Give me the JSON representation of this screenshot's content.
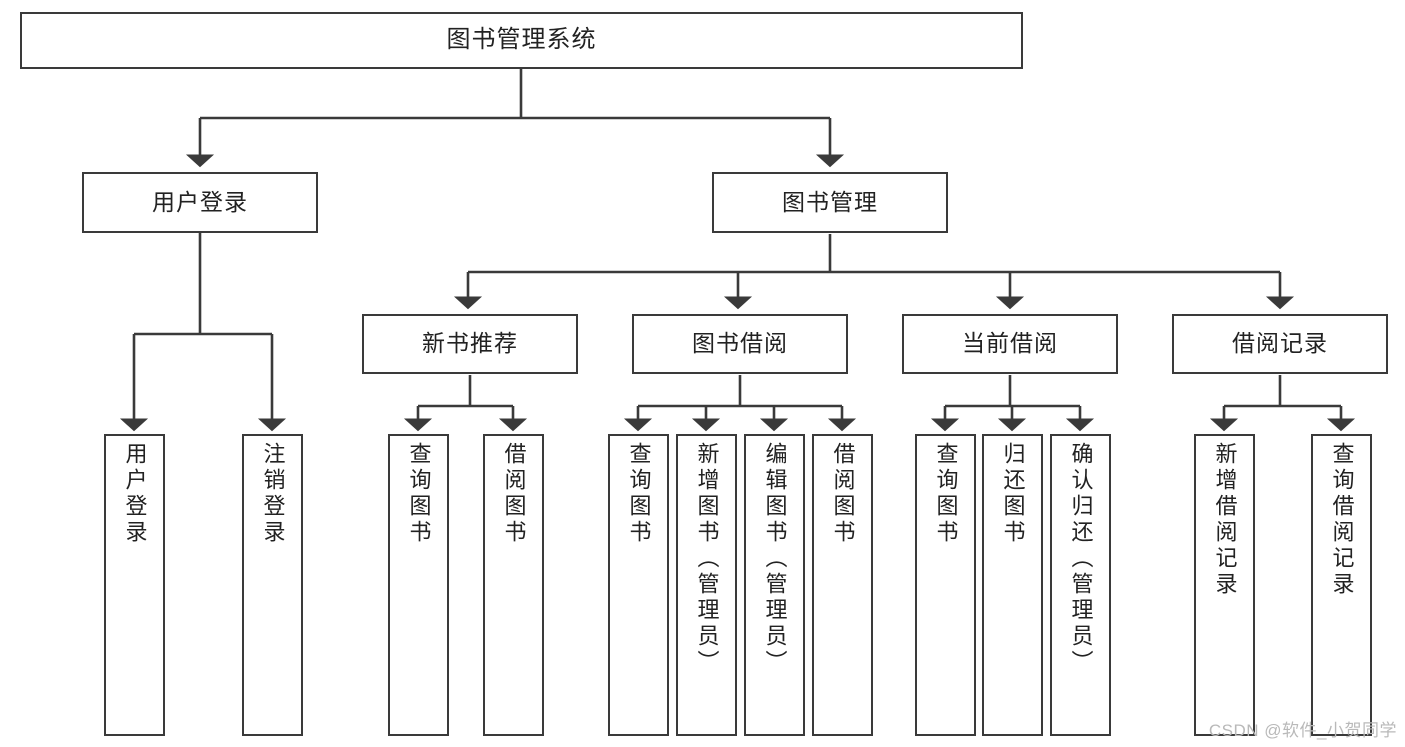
{
  "diagram": {
    "title": "图书管理系统",
    "type": "tree",
    "watermark": "CSDN @软件_小贺同学",
    "colors": {
      "box_border": "#3a3a3a",
      "box_fill": "#ffffff",
      "edge": "#3a3a3a",
      "text": "#222222",
      "watermark": "#b9b9b9",
      "background": "#ffffff"
    },
    "nodes": {
      "root": {
        "label": "图书管理系统"
      },
      "level2": [
        {
          "id": "user-login",
          "label": "用户登录"
        },
        {
          "id": "book-management",
          "label": "图书管理"
        }
      ],
      "level3": [
        {
          "id": "new-book-recommend",
          "label": "新书推荐"
        },
        {
          "id": "book-borrow",
          "label": "图书借阅"
        },
        {
          "id": "current-borrow",
          "label": "当前借阅"
        },
        {
          "id": "borrow-record",
          "label": "借阅记录"
        }
      ],
      "leaves": [
        {
          "id": "leaf-user-login",
          "label": "用户登录",
          "parent": "user-login"
        },
        {
          "id": "leaf-logout-login",
          "label": "注销登录",
          "parent": "user-login"
        },
        {
          "id": "leaf-query-book-1",
          "label": "查询图书",
          "parent": "new-book-recommend"
        },
        {
          "id": "leaf-borrow-book-1",
          "label": "借阅图书",
          "parent": "new-book-recommend"
        },
        {
          "id": "leaf-query-book-2",
          "label": "查询图书",
          "parent": "book-borrow"
        },
        {
          "id": "leaf-add-book",
          "label": "新增图书（管理员）",
          "parent": "book-borrow"
        },
        {
          "id": "leaf-edit-book",
          "label": "编辑图书（管理员）",
          "parent": "book-borrow"
        },
        {
          "id": "leaf-borrow-book-2",
          "label": "借阅图书",
          "parent": "book-borrow"
        },
        {
          "id": "leaf-query-book-3",
          "label": "查询图书",
          "parent": "current-borrow"
        },
        {
          "id": "leaf-return-book",
          "label": "归还图书",
          "parent": "current-borrow"
        },
        {
          "id": "leaf-confirm-return",
          "label": "确认归还（管理员）",
          "parent": "current-borrow"
        },
        {
          "id": "leaf-add-borrow-record",
          "label": "新增借阅记录",
          "parent": "borrow-record"
        },
        {
          "id": "leaf-query-borrow-record",
          "label": "查询借阅记录",
          "parent": "borrow-record"
        }
      ]
    }
  }
}
